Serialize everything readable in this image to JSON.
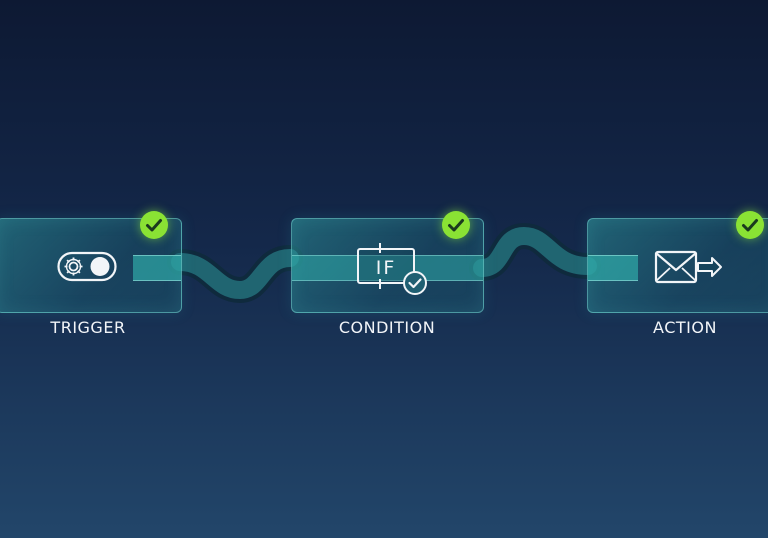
{
  "steps": [
    {
      "id": "trigger",
      "label": "TRIGGER",
      "icon": "toggle-switch-gear-icon",
      "status": "complete"
    },
    {
      "id": "condition",
      "label": "CONDITION",
      "icon": "if-condition-icon",
      "icon_text": "IF",
      "status": "complete"
    },
    {
      "id": "action",
      "label": "ACTION",
      "icon": "send-email-icon",
      "status": "complete"
    }
  ],
  "colors": {
    "background_top": "#0d1933",
    "background_bottom": "#22466a",
    "node_fill": "#2d969b",
    "connector": "#2fa9a8",
    "check": "#8ae234",
    "label": "#f2f5f8"
  }
}
